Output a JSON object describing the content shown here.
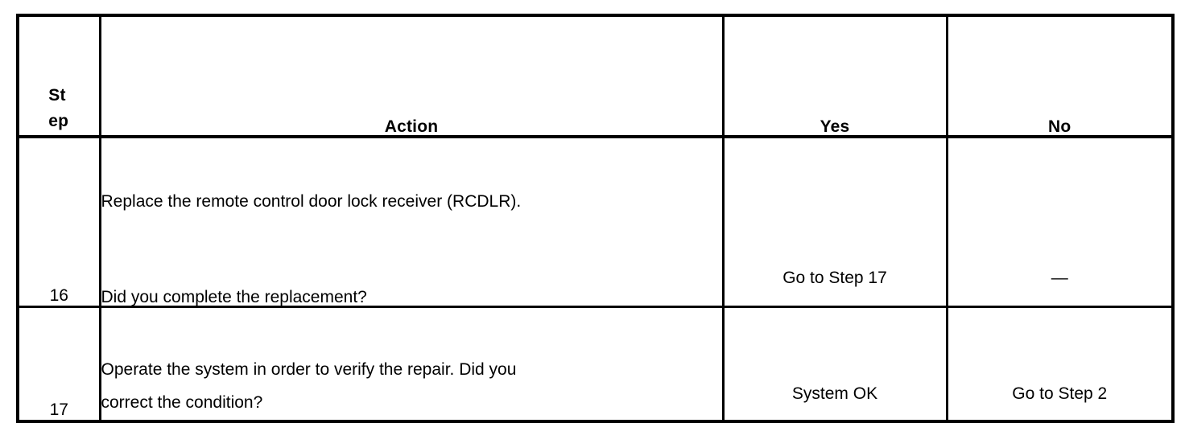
{
  "table": {
    "headers": {
      "step": "Step",
      "step_line1": "St",
      "step_line2": "ep",
      "action": "Action",
      "yes": "Yes",
      "no": "No"
    },
    "rows": [
      {
        "step": "16",
        "action_statement": "Replace the remote control door lock receiver (RCDLR).",
        "action_question": "Did you complete the replacement?",
        "yes": "Go to Step 17",
        "no": "—"
      },
      {
        "step": "17",
        "action_line1": "Operate the system in order to verify the repair. Did you",
        "action_line2": "correct the condition?",
        "yes": "System OK",
        "no": "Go to Step 2"
      }
    ]
  },
  "colors": {
    "border": "#000000",
    "text": "#000000",
    "background": "#ffffff"
  }
}
